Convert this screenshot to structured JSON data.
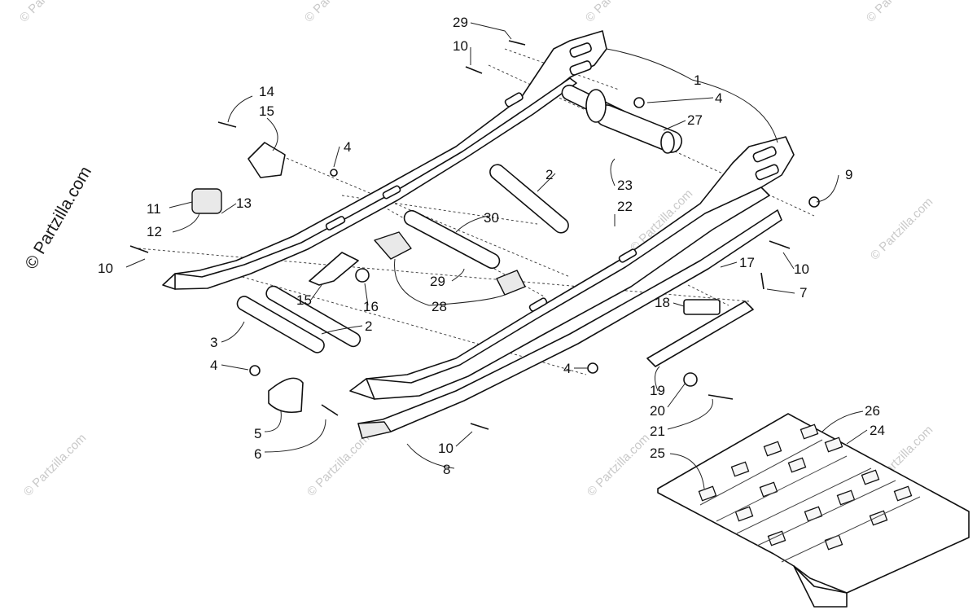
{
  "watermarks": [
    {
      "text": "© Partzilla.com"
    },
    {
      "text": "© Partzilla.com"
    },
    {
      "text": "© Partzilla.com"
    },
    {
      "text": "© Partzilla.com"
    },
    {
      "text": "© Partzilla.com"
    },
    {
      "text": "© Partzilla.com"
    },
    {
      "text": "© Partzilla.com"
    },
    {
      "text": "© Partzilla.com"
    },
    {
      "text": "© Partzilla.com"
    },
    {
      "text": "© Partzilla.com"
    }
  ],
  "side_watermark": "© Partzilla.com",
  "callouts": [
    {
      "label": "29"
    },
    {
      "label": "10"
    },
    {
      "label": "1"
    },
    {
      "label": "4"
    },
    {
      "label": "27"
    },
    {
      "label": "14"
    },
    {
      "label": "15"
    },
    {
      "label": "4"
    },
    {
      "label": "9"
    },
    {
      "label": "2"
    },
    {
      "label": "23"
    },
    {
      "label": "22"
    },
    {
      "label": "11"
    },
    {
      "label": "13"
    },
    {
      "label": "12"
    },
    {
      "label": "30"
    },
    {
      "label": "10"
    },
    {
      "label": "10"
    },
    {
      "label": "17"
    },
    {
      "label": "29"
    },
    {
      "label": "15"
    },
    {
      "label": "16"
    },
    {
      "label": "28"
    },
    {
      "label": "7"
    },
    {
      "label": "18"
    },
    {
      "label": "3"
    },
    {
      "label": "2"
    },
    {
      "label": "4"
    },
    {
      "label": "4"
    },
    {
      "label": "19"
    },
    {
      "label": "20"
    },
    {
      "label": "21"
    },
    {
      "label": "26"
    },
    {
      "label": "24"
    },
    {
      "label": "25"
    },
    {
      "label": "5"
    },
    {
      "label": "6"
    },
    {
      "label": "10"
    },
    {
      "label": "8"
    }
  ]
}
